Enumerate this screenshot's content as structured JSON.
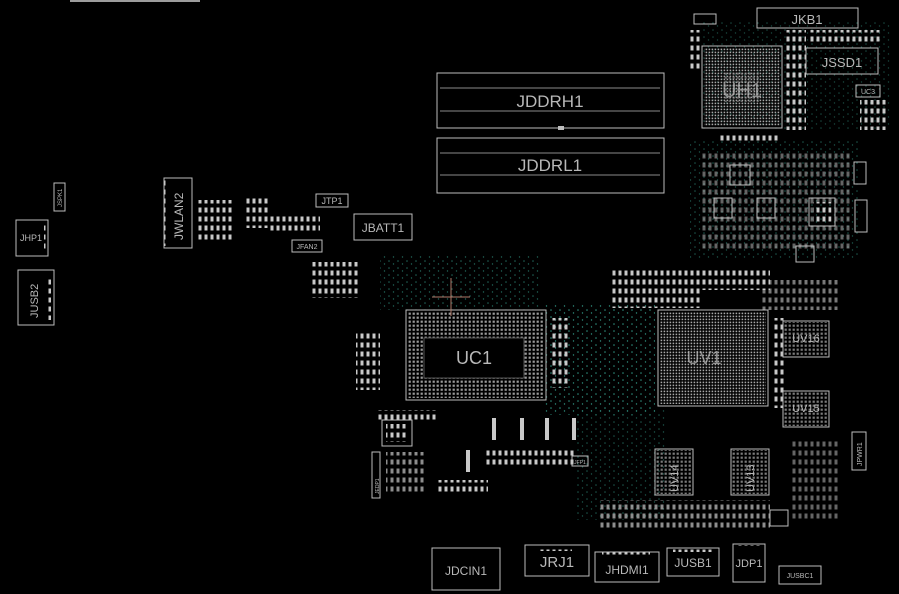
{
  "board": {
    "background": "#000000",
    "silkscreen_color": "#bdbdbd",
    "via_color": "#2f8f7f",
    "marker_color": "#b07a6a"
  },
  "components": {
    "JKB1": "JKB1",
    "JSSD1": "JSSD1",
    "UC3": "UC3",
    "UH1": "UH1",
    "JDDRH1": "JDDRH1",
    "JDDRL1": "JDDRL1",
    "JSPK1": "JSPK1",
    "JHP1": "JHP1",
    "JUSB2": "JUSB2",
    "JWLAN2": "JWLAN2",
    "JTP1": "JTP1",
    "JFAN2": "JFAN2",
    "JBATT1": "JBATT1",
    "UC1": "UC1",
    "UV1": "UV1",
    "UV16": "UV16",
    "UV15": "UV15",
    "UV14": "UV14",
    "UV13": "UV13",
    "JPWR1": "JPWR1",
    "JEDP1": "JEDP1",
    "JFP1": "JFP1",
    "JDCIN1": "JDCIN1",
    "JRJ1": "JRJ1",
    "JHDMI1": "JHDMI1",
    "JUSB1": "JUSB1",
    "JDP1": "JDP1",
    "JUSBC1": "JUSBC1"
  }
}
